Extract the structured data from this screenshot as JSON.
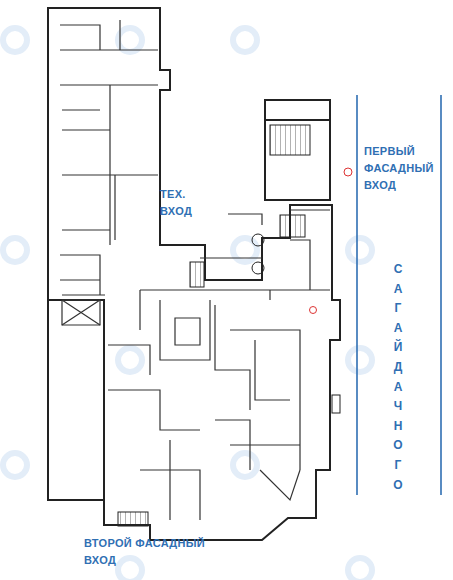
{
  "diagram": {
    "labels": [
      "ПЕРВЫЙ ФАСАДНЫЙ ВХОД",
      "ТЕХ. ВХОД",
      "САГАЙДАЧНОГО",
      "ВТОРОЙ ФАСАДНЫЙ ВХОД"
    ]
  }
}
